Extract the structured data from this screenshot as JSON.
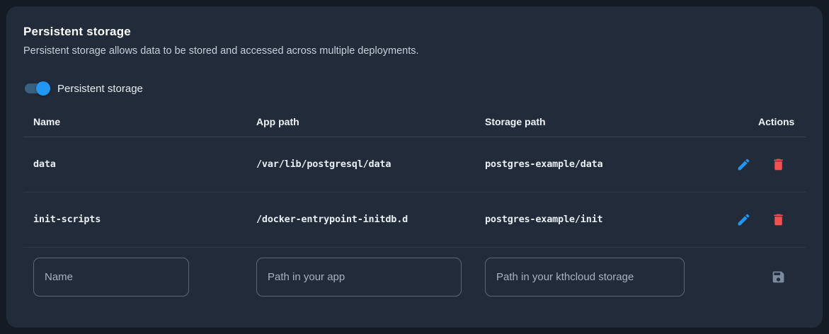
{
  "panel": {
    "title": "Persistent storage",
    "subtitle": "Persistent storage allows data to be stored and accessed across multiple deployments.",
    "toggle": {
      "label": "Persistent storage",
      "state": "on"
    }
  },
  "table": {
    "columns": {
      "name": "Name",
      "app_path": "App path",
      "storage_path": "Storage path",
      "actions": "Actions"
    },
    "rows": [
      {
        "name": "data",
        "app_path": "/var/lib/postgresql/data",
        "storage_path": "postgres-example/data"
      },
      {
        "name": "init-scripts",
        "app_path": "/docker-entrypoint-initdb.d",
        "storage_path": "postgres-example/init"
      }
    ]
  },
  "new_row": {
    "name_placeholder": "Name",
    "app_path_placeholder": "Path in your app",
    "storage_path_placeholder": "Path in your kthcloud storage"
  },
  "colors": {
    "accent_blue": "#2196f3",
    "toggle_track": "#39617f",
    "danger_red": "#ef5350",
    "save_gray": "#7b8a9e",
    "card_bg": "#212b39",
    "page_bg": "#151b24"
  }
}
